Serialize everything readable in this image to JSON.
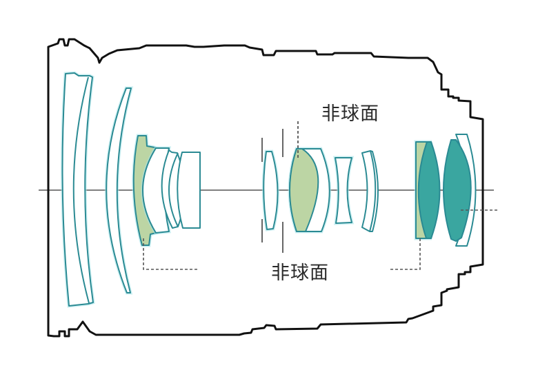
{
  "diagram": {
    "type": "lens-cross-section",
    "labels": {
      "aspherical_top": "非球面",
      "aspherical_bottom": "非球面"
    },
    "colors": {
      "barrel": "#111111",
      "lens_outline": "#2a8a93",
      "lens_glow": "#a8e4ea",
      "clear_glass": "#ffffff",
      "aspherical_green": "#bcd5a4",
      "special_teal": "#3aa6a0",
      "axis": "#333333",
      "leader_line": "#555555"
    },
    "lens_groups": [
      {
        "name": "front-meniscus-1",
        "fill": "clear"
      },
      {
        "name": "front-meniscus-2",
        "fill": "clear"
      },
      {
        "name": "aspherical-element-front",
        "fill": "green"
      },
      {
        "name": "group-2-elements",
        "fill": "clear"
      },
      {
        "name": "aperture-group",
        "fill": "clear"
      },
      {
        "name": "aspherical-element-middle",
        "fill": "green"
      },
      {
        "name": "group-4-elements",
        "fill": "clear"
      },
      {
        "name": "rear-aspherical",
        "fill": "green"
      },
      {
        "name": "rear-special-elements",
        "fill": "teal"
      }
    ]
  }
}
